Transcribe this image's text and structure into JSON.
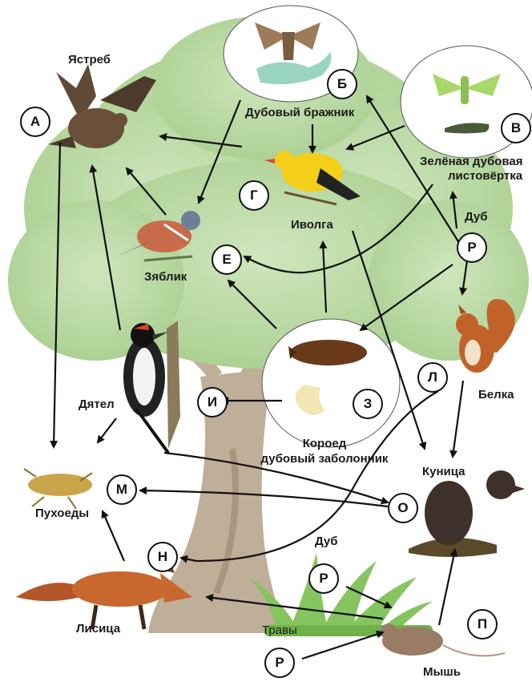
{
  "labels": {
    "hawk": "Ястреб",
    "hawkmoth": "Дубовый бражник",
    "leafroller_1": "Зелёная дубовая",
    "leafroller_2": "листовёртка",
    "oak_top": "Дуб",
    "oriole": "Иволга",
    "finch": "Зяблик",
    "squirrel": "Белка",
    "woodpecker": "Дятел",
    "beetle_1": "Короед",
    "beetle_2": "дубовый заболонник",
    "marten": "Куница",
    "lice": "Пухоеды",
    "oak_bottom": "Дуб",
    "grass": "Травы",
    "fox": "Лисица",
    "mouse": "Мышь"
  },
  "nodes": {
    "A": "А",
    "B": "Б",
    "V": "В",
    "G": "Г",
    "E": "Е",
    "Z": "З",
    "I": "И",
    "L": "Л",
    "M": "М",
    "N": "Н",
    "O": "О",
    "P": "П",
    "R_top": "Р",
    "R_mid": "Р",
    "R_bottom": "Р"
  },
  "colors": {
    "tree_canopy": "#bcd9a6",
    "tree_canopy_dark": "#9cc486",
    "trunk": "#b9a48e",
    "arrow": "#111111",
    "grass": "#7fbf5a"
  }
}
